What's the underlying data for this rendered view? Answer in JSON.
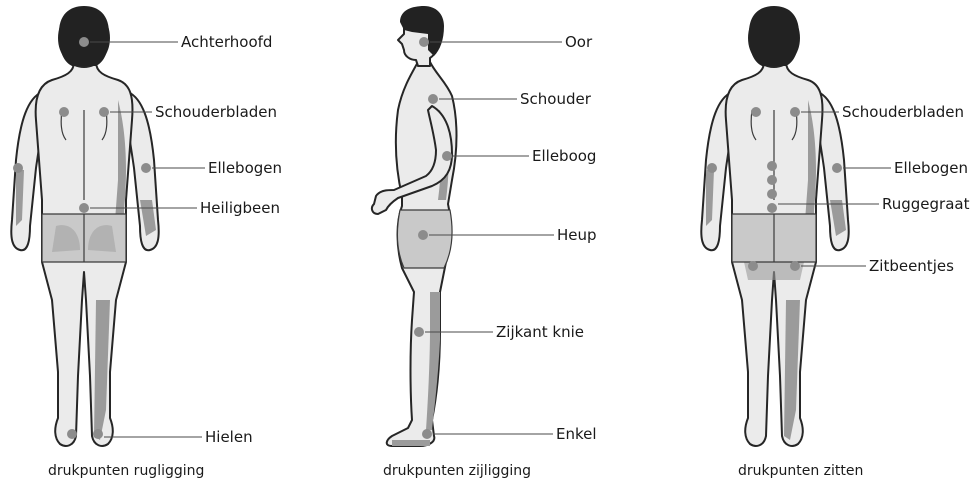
{
  "figures": [
    {
      "caption": "drukpunten rugligging",
      "labels": [
        "Achterhoofd",
        "Schouderbladen",
        "Ellebogen",
        "Heiligbeen",
        "Hielen"
      ]
    },
    {
      "caption": "drukpunten zijligging",
      "labels": [
        "Oor",
        "Schouder",
        "Elleboog",
        "Heup",
        "Zijkant knie",
        "Enkel"
      ]
    },
    {
      "caption": "drukpunten zitten",
      "labels": [
        "Schouderbladen",
        "Ellebogen",
        "Ruggegraat",
        "Zitbeentjes"
      ]
    }
  ],
  "colors": {
    "skin": "#ebebeb",
    "shadow": "#9b9b9b",
    "hair": "#222222",
    "pressure_point": "#8c8c8c"
  }
}
